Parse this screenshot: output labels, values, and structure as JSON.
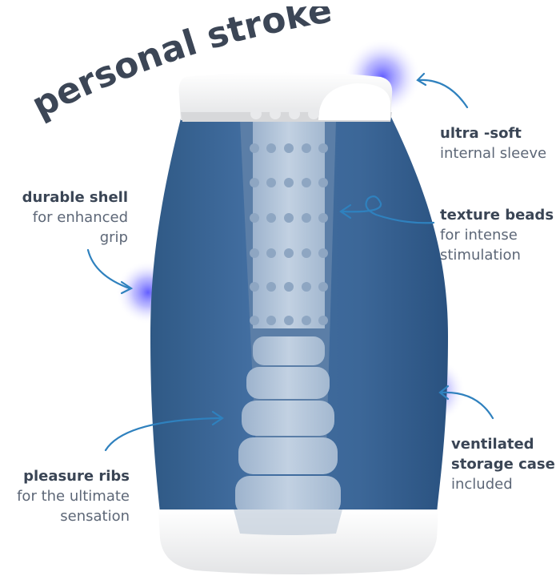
{
  "title": "personal stroker",
  "callouts": [
    {
      "id": "ultra-soft",
      "head": "ultra -soft",
      "sub": [
        "internal sleeve"
      ]
    },
    {
      "id": "durable-shell",
      "head": "durable shell",
      "sub": [
        "for enhanced",
        "grip"
      ]
    },
    {
      "id": "texture-beads",
      "head": "texture beads",
      "sub": [
        "for intense",
        "stimulation"
      ]
    },
    {
      "id": "ventilated",
      "head": "ventilated",
      "sub": [
        "storage case",
        "included"
      ]
    },
    {
      "id": "pleasure-ribs",
      "head": "pleasure ribs",
      "sub": [
        "for the ultimate",
        "sensation"
      ]
    }
  ],
  "colors": {
    "body_blue": "#3f6a9d",
    "body_dark": "#30577f",
    "sleeve": "#aabdd3",
    "cap_white": "#f3f3f3",
    "arrow": "#2f81be",
    "glow": "#6d6cff",
    "text_dark": "#3a4555"
  }
}
